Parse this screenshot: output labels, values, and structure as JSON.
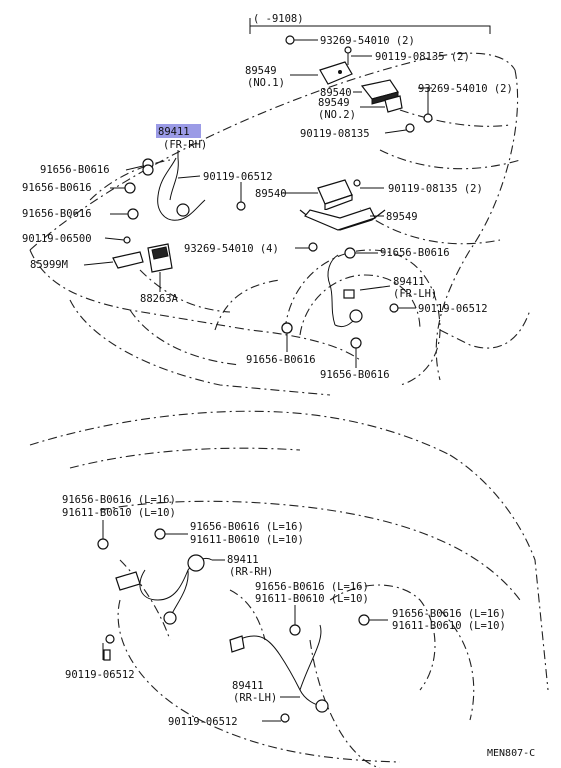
{
  "callouts": {
    "range": "(      -9108)",
    "p93269_top": "93269-54010 (2)",
    "p90119_2a": "90119-08135 (2)",
    "p89549_no1": "89549",
    "p89549_no1_sub": "(NO.1)",
    "p89540_a": "89540",
    "p93269_right": "93269-54010 (2)",
    "p89549_no2": "89549",
    "p89549_no2_sub": "(NO.2)",
    "p90119_single": "90119-08135",
    "p89411_fr_rh": "89411",
    "p89411_fr_rh_sub": "(FR-RH)",
    "p91656_a": "91656-B0616",
    "p90119_06512_a": "90119-06512",
    "p91656_b": "91656-B0616",
    "p89540_b": "89540",
    "p90119_2b": "90119-08135 (2)",
    "p91656_c": "91656-B0616",
    "p89549_b": "89549",
    "p90119_06500": "90119-06500",
    "p93269_4": "93269-54010 (4)",
    "p91656_d": "91656-B0616",
    "p85999": "85999M",
    "p89411_fr_lh": "89411",
    "p89411_fr_lh_sub": "(FR-LH)",
    "p88263": "88263A",
    "p90119_06512_b": "90119-06512",
    "p91656_e": "91656-B0616",
    "p91656_f": "91656-B0616",
    "rr_left_1": "91656-B0616 (L=16)",
    "rr_left_2": "91611-B0610 (L=10)",
    "rr_mid_1": "91656-B0616 (L=16)",
    "rr_mid_2": "91611-B0610 (L=10)",
    "p89411_rr_rh": "89411",
    "p89411_rr_rh_sub": "(RR-RH)",
    "rr_c_1": "91656-B0616 (L=16)",
    "rr_c_2": "91611-B0610 (L=10)",
    "rr_r_1": "91656-B0616 (L=16)",
    "rr_r_2": "91611-B0610 (L=10)",
    "p90119_06512_c": "90119-06512",
    "p89411_rr_lh": "89411",
    "p89411_rr_lh_sub": "(RR-LH)",
    "p90119_06512_d": "90119-06512",
    "code": "MEN807-C"
  },
  "colors": {
    "highlight": "#9b9be6",
    "ink": "#111111"
  }
}
